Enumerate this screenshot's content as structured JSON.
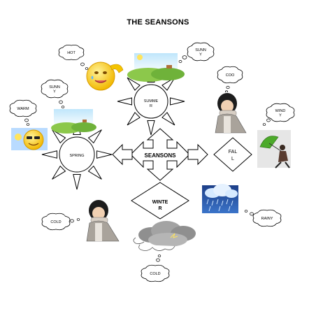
{
  "title": "THE SEANSONS",
  "center_label": "SEANSONS",
  "seasons": {
    "summer": "SUMME\nR",
    "spring": "SPRING",
    "fall": "FAL\nL",
    "winter": "WINTE\nR"
  },
  "clouds": {
    "hot": "HOT",
    "sunny_top": "SUNN\nY",
    "sunny_left": "SUNN\nY",
    "warm": "WARM",
    "cool": "COO",
    "windy": "WIND\nY",
    "cold_left": "COLD",
    "rainy": "RAINY",
    "cold_bottom": "COLD"
  },
  "colors": {
    "stroke": "#000000",
    "sun_face": "#f4c400",
    "sky": "#8fd0f0",
    "grass": "#7cc04a",
    "rain_cloud": "#2a63b8",
    "storm_cloud": "#9a9a9a"
  }
}
